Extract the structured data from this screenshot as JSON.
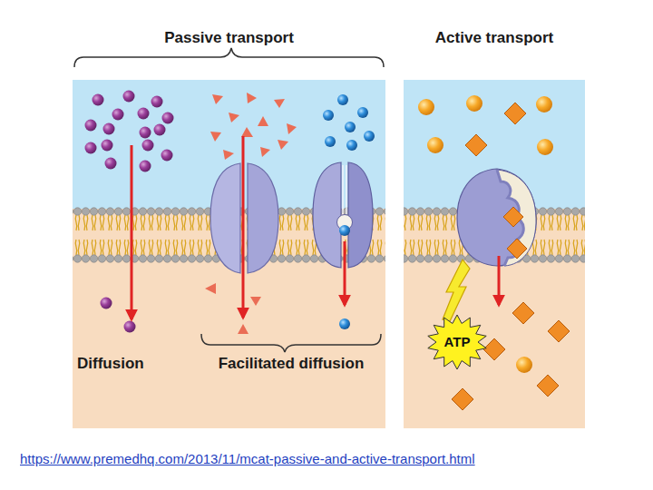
{
  "diagram": {
    "nodes": [
      {
        "text": [
          "Passive transport"
        ]
      },
      {
        "text": [
          "Active transport"
        ]
      },
      {
        "text": [
          "ATP"
        ],
        "in": 1
      }
    ],
    "labels": [
      "Diffusion",
      "Facilitated diffusion",
      "https://www.premedhq.com/2013/11/mcat-passive-and-active-transport.html"
    ]
  }
}
